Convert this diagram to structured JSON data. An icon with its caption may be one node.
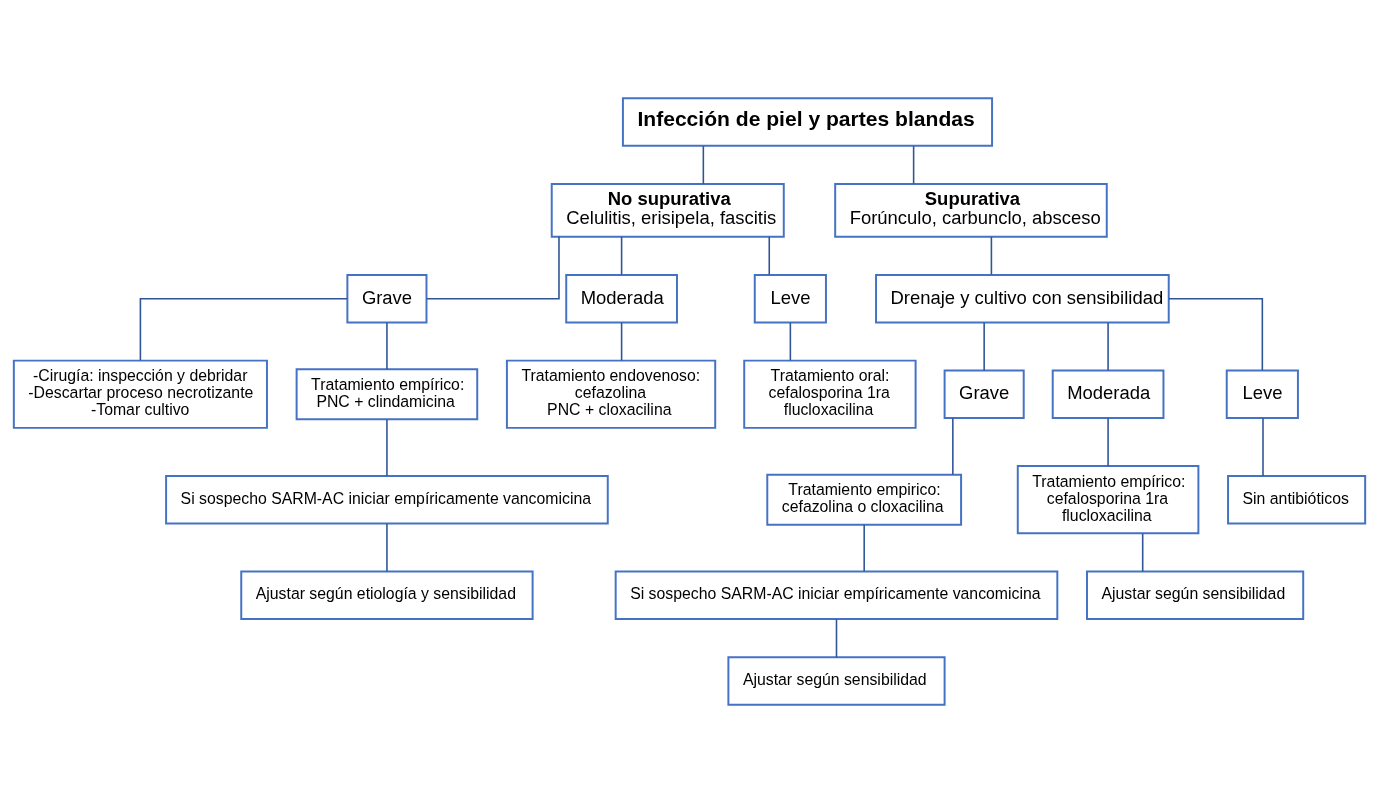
{
  "diagram": {
    "nodes": [
      {
        "text": [
          "Infección de piel y partes blandas"
        ]
      },
      {
        "text": [
          "No supurativa",
          "Celulitis, erisipela, fascitis"
        ]
      },
      {
        "text": [
          "Supurativa",
          "Forúnculo, carbunclo, absceso"
        ]
      },
      {
        "text": [
          "Grave"
        ]
      },
      {
        "text": [
          "Moderada"
        ]
      },
      {
        "text": [
          "Leve"
        ]
      },
      {
        "text": [
          "Drenaje y cultivo con sensibilidad"
        ]
      },
      {
        "text": [
          "-Cirugía: inspección y debridar",
          "-Descartar proceso necrotizante",
          "-Tomar cultivo"
        ]
      },
      {
        "text": [
          "Tratamiento empírico:",
          "PNC + clindamicina"
        ]
      },
      {
        "text": [
          "Tratamiento endovenoso:",
          "cefazolina",
          "PNC + cloxacilina"
        ]
      },
      {
        "text": [
          "Tratamiento oral:",
          "cefalosporina 1ra",
          "flucloxacilina"
        ]
      },
      {
        "text": [
          "Si sospecho SARM-AC iniciar empíricamente vancomicina"
        ]
      },
      {
        "text": [
          "Ajustar según etiología y sensibilidad"
        ]
      },
      {
        "text": [
          "Grave"
        ]
      },
      {
        "text": [
          "Moderada"
        ]
      },
      {
        "text": [
          "Leve"
        ]
      },
      {
        "text": [
          "Tratamiento empirico:",
          "cefazolina o cloxacilina"
        ]
      },
      {
        "text": [
          "Si sospecho SARM-AC iniciar empíricamente vancomicina"
        ]
      },
      {
        "text": [
          "Ajustar según sensibilidad"
        ]
      },
      {
        "text": [
          "Tratamiento empírico:",
          "cefalosporina 1ra",
          "flucloxacilina"
        ]
      },
      {
        "text": [
          "Ajustar según sensibilidad"
        ]
      },
      {
        "text": [
          "Sin antibióticos"
        ]
      }
    ],
    "edges": [
      {
        "from": 0,
        "to": 1,
        "arrow": "none"
      },
      {
        "from": 0,
        "to": 2,
        "arrow": "none"
      },
      {
        "from": 1,
        "to": 3,
        "arrow": "none"
      },
      {
        "from": 1,
        "to": 4,
        "arrow": "none"
      },
      {
        "from": 1,
        "to": 5,
        "arrow": "none"
      },
      {
        "from": 2,
        "to": 6,
        "arrow": "none"
      },
      {
        "from": 3,
        "to": 7,
        "arrow": "none"
      },
      {
        "from": 3,
        "to": 8,
        "arrow": "none"
      },
      {
        "from": 4,
        "to": 9,
        "arrow": "none"
      },
      {
        "from": 5,
        "to": 10,
        "arrow": "none"
      },
      {
        "from": 8,
        "to": 11,
        "arrow": "none"
      },
      {
        "from": 11,
        "to": 12,
        "arrow": "none"
      },
      {
        "from": 6,
        "to": 13,
        "arrow": "none"
      },
      {
        "from": 6,
        "to": 14,
        "arrow": "none"
      },
      {
        "from": 6,
        "to": 15,
        "arrow": "none"
      },
      {
        "from": 13,
        "to": 16,
        "arrow": "none"
      },
      {
        "from": 16,
        "to": 17,
        "arrow": "none"
      },
      {
        "from": 17,
        "to": 18,
        "arrow": "none"
      },
      {
        "from": 14,
        "to": 19,
        "arrow": "none"
      },
      {
        "from": 19,
        "to": 20,
        "arrow": "none"
      },
      {
        "from": 15,
        "to": 21,
        "arrow": "none"
      }
    ]
  }
}
